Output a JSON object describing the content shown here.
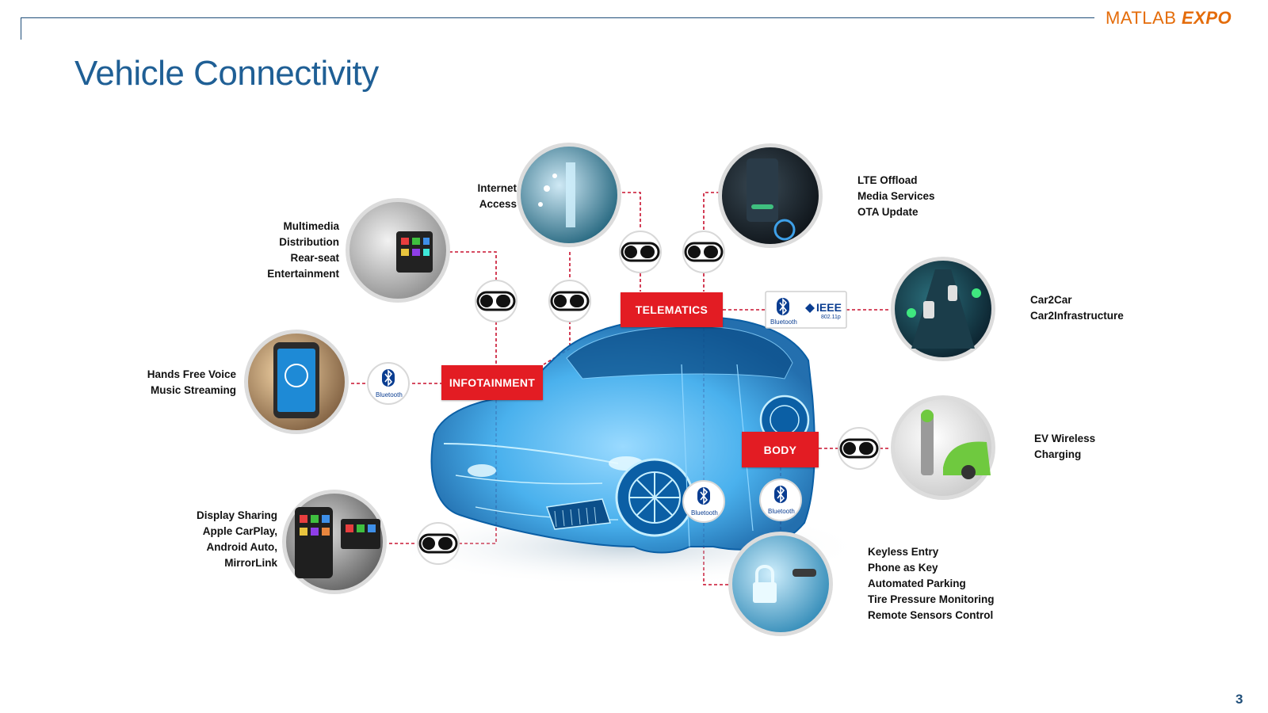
{
  "header": {
    "logo_light": "MATLAB ",
    "logo_bold": "EXPO",
    "title": "Vehicle Connectivity",
    "page_number": "3"
  },
  "nodes": {
    "infotainment": "INFOTAINMENT",
    "telematics": "TELEMATICS",
    "body": "BODY"
  },
  "badges": {
    "wifi": "Wi Fi",
    "bluetooth": "Bluetooth",
    "ieee": "IEEE",
    "ieee_sub": "802.11p"
  },
  "labels": {
    "internet": [
      "Internet",
      "Access"
    ],
    "multimedia": [
      "Multimedia",
      "Distribution",
      "Rear-seat",
      "Entertainment"
    ],
    "handsfree": [
      "Hands Free Voice",
      "Music Streaming"
    ],
    "display": [
      "Display Sharing",
      "Apple CarPlay,",
      "Android Auto,",
      "MirrorLink"
    ],
    "lte": [
      "LTE Offload",
      "Media Services",
      "OTA Update"
    ],
    "car2car": [
      "Car2Car",
      "Car2Infrastructure"
    ],
    "ev": [
      "EV Wireless",
      "Charging"
    ],
    "keyless": [
      "Keyless Entry",
      "Phone as Key",
      "Automated Parking",
      "Tire Pressure Monitoring",
      "Remote Sensors Control"
    ]
  },
  "colors": {
    "title_blue": "#1f5f95",
    "accent_red": "#e31c23",
    "logo_orange": "#e46c0a",
    "car_blue": "#1e9be0"
  }
}
